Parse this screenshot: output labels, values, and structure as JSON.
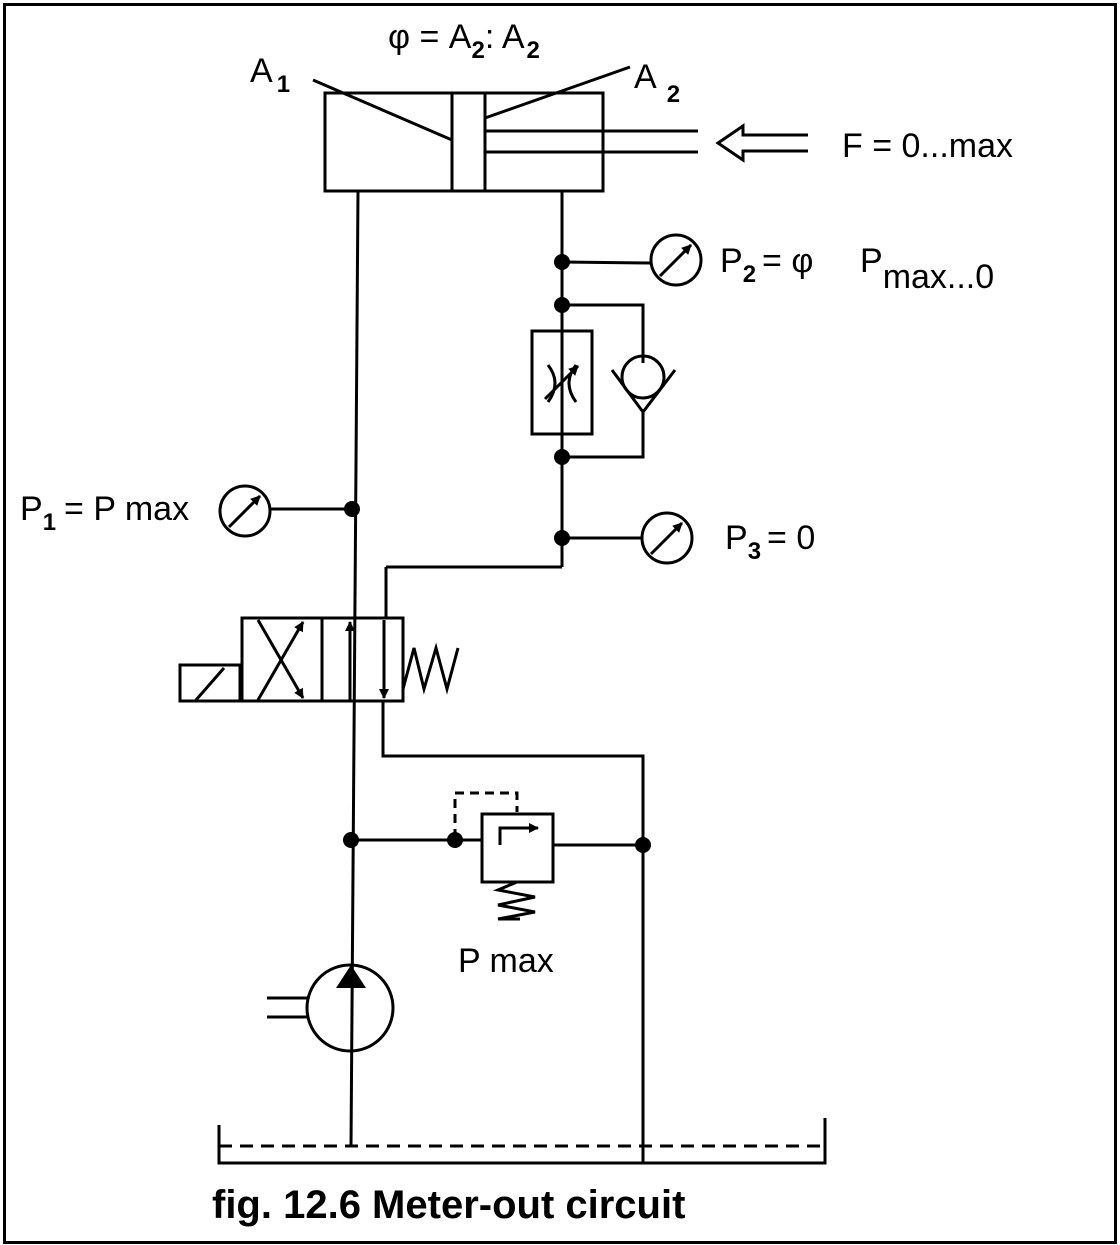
{
  "labels": {
    "area1_main": "A",
    "area1_sub": "1",
    "area2_main": "A",
    "area2_sub": "2",
    "ratio_prefix": "φ = A",
    "ratio_sub1": "2",
    "ratio_colon": ":  A",
    "ratio_sub2": "2",
    "force": "F = 0...max",
    "p2_main": "P",
    "p2_sub": "2",
    "p2_eq": "= φ",
    "p2_value_main": "P",
    "p2_value_sub": "max...0",
    "p1_main": "P",
    "p1_sub": "1",
    "p1_eq": "= P max",
    "p3_main": "P",
    "p3_sub": "3",
    "p3_eq": "= 0",
    "relief_setting": "P max"
  },
  "caption": "fig.  12.6 Meter-out circuit"
}
